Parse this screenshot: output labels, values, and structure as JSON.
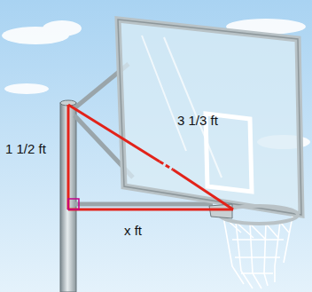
{
  "diagram": {
    "labels": [
      "1 1/2 ft",
      "3 1/3 ft",
      "x ft"
    ]
  }
}
